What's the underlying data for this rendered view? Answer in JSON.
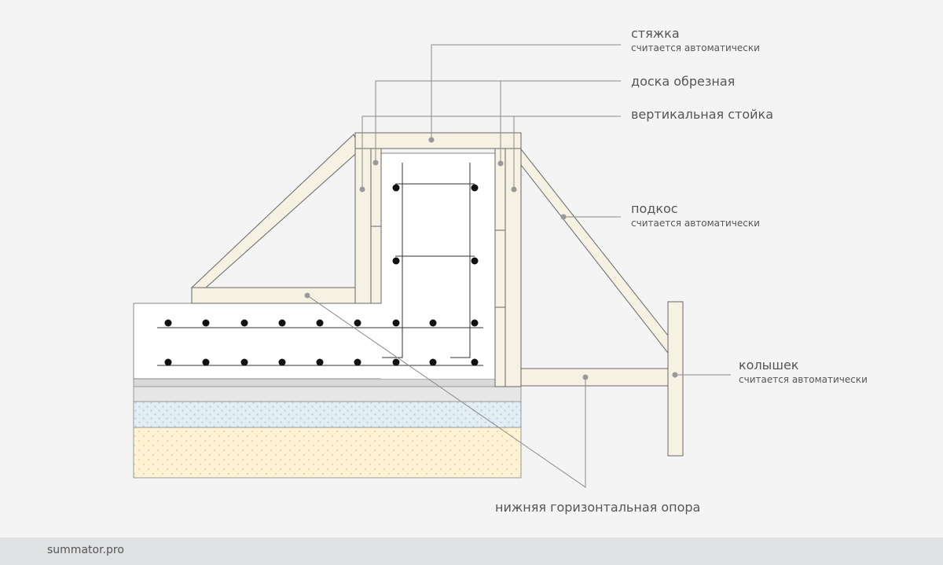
{
  "labels": {
    "screed": {
      "main": "стяжка",
      "sub": "считается автоматически"
    },
    "edged_board": {
      "main": "доска обрезная"
    },
    "vertical_post": {
      "main": "вертикальная стойка"
    },
    "brace": {
      "main": "подкос",
      "sub": "считается автоматически"
    },
    "stake": {
      "main": "колышек",
      "sub": "считается автоматически"
    },
    "bottom_support": {
      "main": "нижняя горизонтальная опора"
    }
  },
  "footer": {
    "site": "summator.pro"
  },
  "colors": {
    "background": "#f4f4f4",
    "wood_fill": "#f5f2e4",
    "outline": "#666666",
    "leader": "#8a8a8a",
    "footer_bg": "#e0e1e2"
  }
}
